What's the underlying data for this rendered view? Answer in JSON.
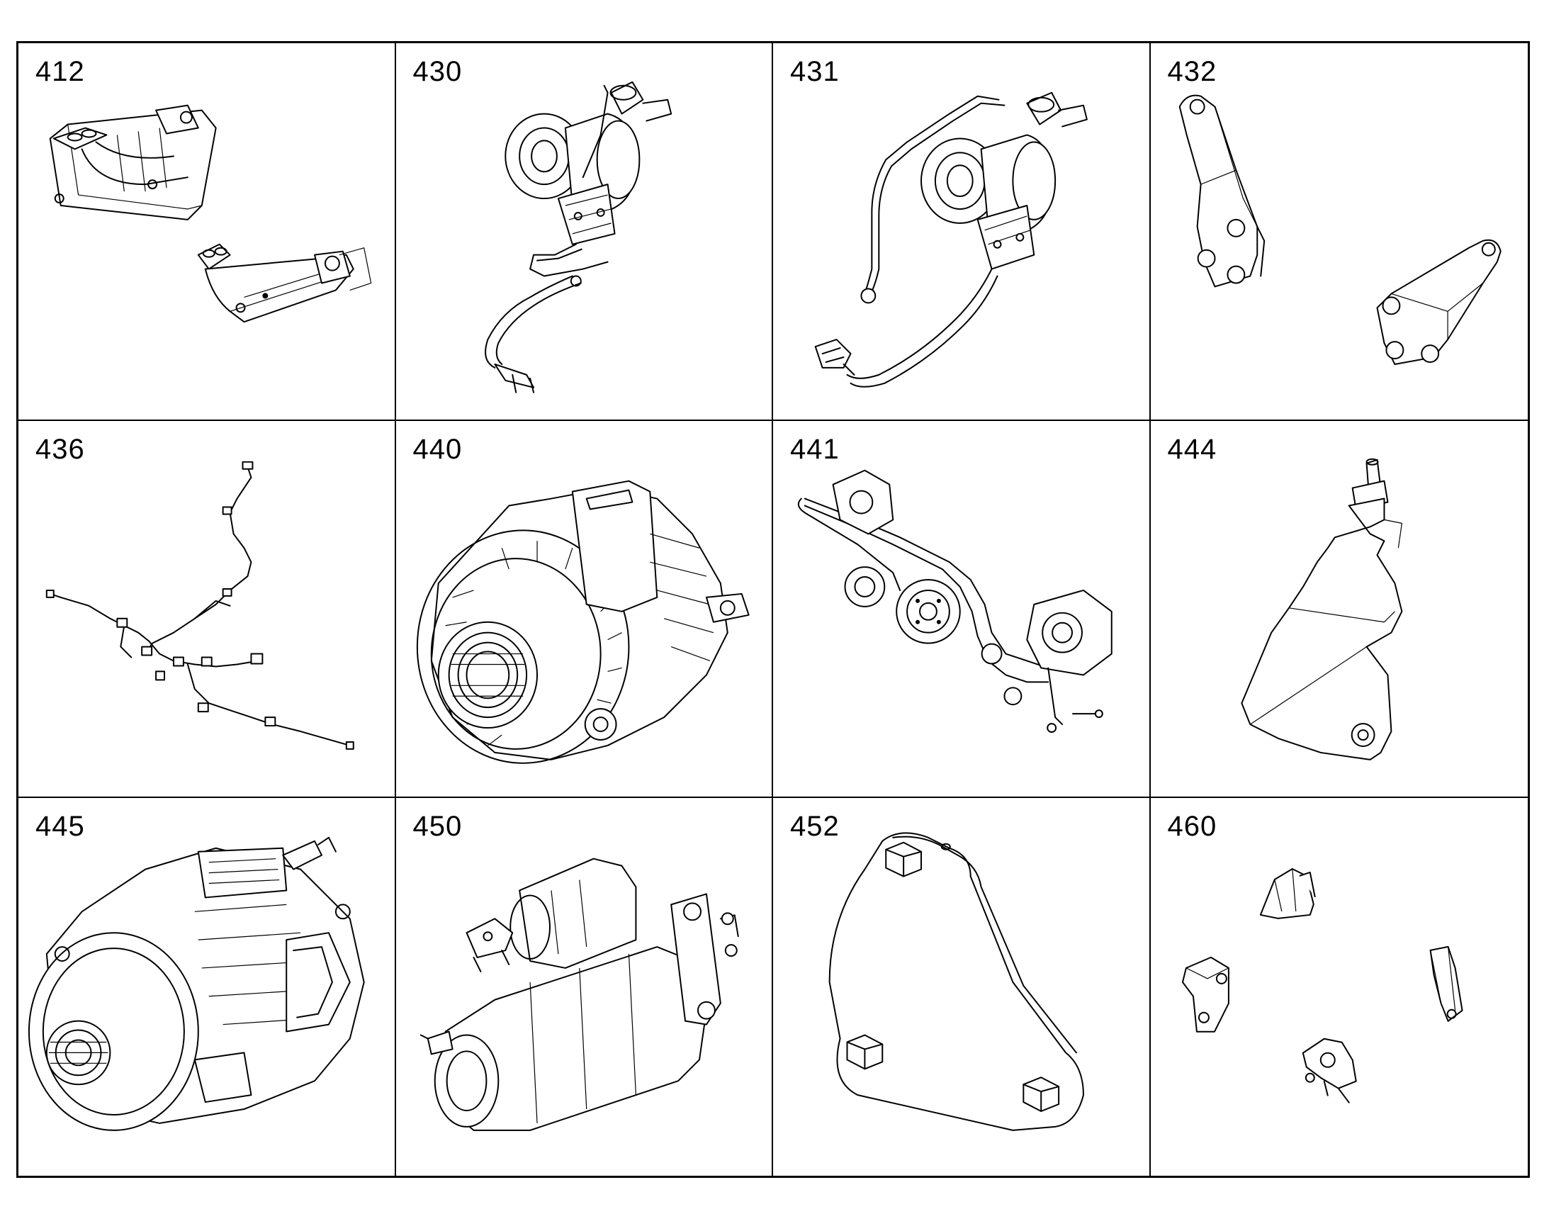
{
  "parts": [
    {
      "number": "412"
    },
    {
      "number": "430"
    },
    {
      "number": "431"
    },
    {
      "number": "432"
    },
    {
      "number": "436"
    },
    {
      "number": "440"
    },
    {
      "number": "441"
    },
    {
      "number": "444"
    },
    {
      "number": "445"
    },
    {
      "number": "450"
    },
    {
      "number": "452"
    },
    {
      "number": "460"
    }
  ]
}
